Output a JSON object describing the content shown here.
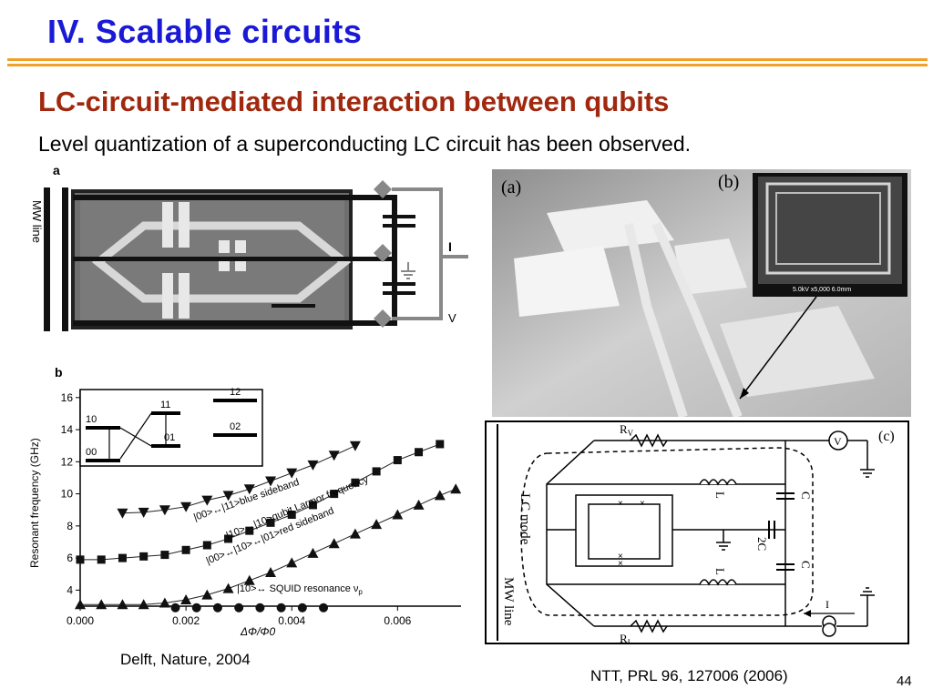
{
  "slide": {
    "title": "IV.  Scalable circuits",
    "subtitle": "LC-circuit-mediated interaction between qubits",
    "body": "Level quantization of a superconducting LC circuit has been observed.",
    "caption_left": "Delft, Nature, 2004",
    "caption_right": "NTT, PRL 96, 127006 (2006)",
    "page_number": "44",
    "title_color": "#1a1ad6",
    "subtitle_color": "#a0280f",
    "rule_color": "#f1a02a"
  },
  "fig_delft_a": {
    "panel_label": "a",
    "mw_label": "MW line",
    "current_label": "I",
    "voltage_label": "V"
  },
  "fig_delft_b": {
    "panel_label": "b",
    "ylabel": "Resonant frequency (GHz)",
    "xlabel": "ΔΦ/Φ0",
    "y_ticks": [
      "16",
      "14",
      "12",
      "10",
      "8",
      "6",
      "4"
    ],
    "x_ticks": [
      "0.000",
      "0.002",
      "0.004",
      "0.006"
    ],
    "inset_levels": [
      "10",
      "00",
      "11",
      "01",
      "12",
      "02"
    ],
    "annotations": {
      "blue": "|00>↔|11>blue sideband",
      "larmor": "|10>↔|10>qubit Larmor frequency",
      "red": "|00>↔|10>↔|01>red sideband",
      "squid": "|10>↔  SQUID resonance ν",
      "squid_sub": "p"
    }
  },
  "chart_data": {
    "type": "scatter",
    "title": "",
    "xlabel": "ΔΦ/Φ0",
    "ylabel": "Resonant frequency (GHz)",
    "xlim": [
      0.0,
      0.0072
    ],
    "ylim": [
      3,
      16.5
    ],
    "series": [
      {
        "name": "blue sideband",
        "marker": "triangle-down",
        "x": [
          0.0008,
          0.0012,
          0.0016,
          0.002,
          0.0024,
          0.0028,
          0.0032,
          0.0036,
          0.004,
          0.0044,
          0.0048,
          0.0052
        ],
        "y": [
          8.8,
          8.85,
          9.0,
          9.2,
          9.6,
          9.9,
          10.3,
          10.8,
          11.3,
          11.8,
          12.4,
          13.0
        ]
      },
      {
        "name": "qubit Larmor frequency",
        "marker": "square",
        "x": [
          0.0,
          0.0004,
          0.0008,
          0.0012,
          0.0016,
          0.002,
          0.0024,
          0.0028,
          0.0032,
          0.0036,
          0.004,
          0.0044,
          0.0048,
          0.0052,
          0.0056,
          0.006,
          0.0064,
          0.0068
        ],
        "y": [
          5.9,
          5.9,
          6.0,
          6.1,
          6.2,
          6.5,
          6.8,
          7.2,
          7.7,
          8.2,
          8.7,
          9.3,
          10.0,
          10.7,
          11.4,
          12.1,
          12.6,
          13.1
        ]
      },
      {
        "name": "red sideband",
        "marker": "triangle-up",
        "x": [
          0.0,
          0.0004,
          0.0008,
          0.0012,
          0.0016,
          0.002,
          0.0024,
          0.0028,
          0.0032,
          0.0036,
          0.004,
          0.0044,
          0.0048,
          0.0052,
          0.0056,
          0.006,
          0.0064,
          0.0068,
          0.0071
        ],
        "y": [
          3.1,
          3.1,
          3.1,
          3.1,
          3.2,
          3.4,
          3.7,
          4.1,
          4.6,
          5.1,
          5.7,
          6.3,
          6.9,
          7.5,
          8.1,
          8.7,
          9.3,
          9.9,
          10.3
        ]
      },
      {
        "name": "SQUID resonance",
        "marker": "circle",
        "x": [
          0.0018,
          0.0022,
          0.0026,
          0.003,
          0.0034,
          0.0038,
          0.0042,
          0.0046
        ],
        "y": [
          2.9,
          2.9,
          2.9,
          2.9,
          2.9,
          2.9,
          2.9,
          2.9
        ]
      }
    ]
  },
  "fig_ntt_a": {
    "panel_a_label": "(a)",
    "panel_b_label": "(b)",
    "sem_scale_text": "5.0kV x5,000 6.0mm"
  },
  "fig_ntt_c": {
    "panel_label": "(c)",
    "r_top": "R",
    "r_top_sub": "V",
    "r_bottom": "R",
    "r_bottom_sub": "I",
    "inductor_label": "L",
    "cap_label": "C",
    "cap2_label": "2C",
    "lc_mode": "LC mode",
    "mw_line": "MW line",
    "current": "I",
    "voltmeter": "V"
  }
}
